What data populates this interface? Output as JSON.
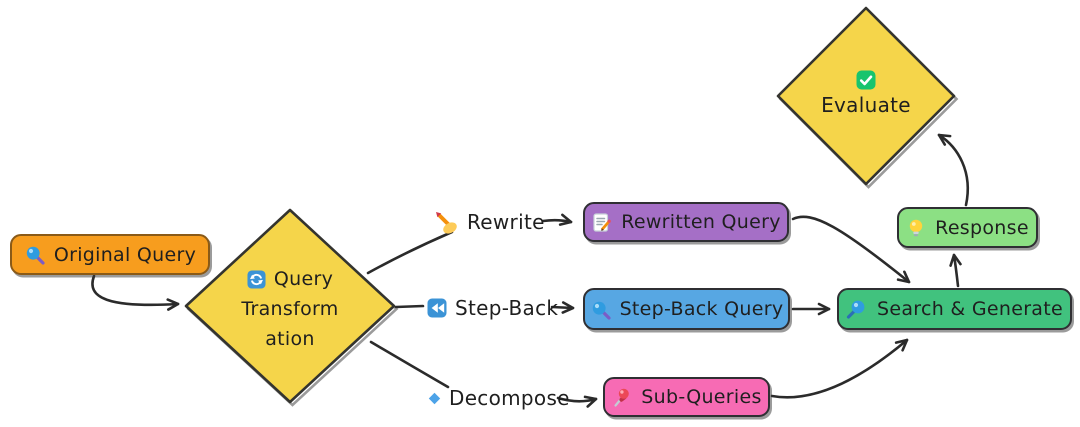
{
  "diagram": {
    "background": "#ffffff",
    "stroke_color": "#2b2b2b",
    "nodes": {
      "original_query": {
        "label": "Original Query",
        "icon": "magnifying-glass-icon",
        "fill": "#f79d1e",
        "shape": "rounded-rect"
      },
      "query_transformation": {
        "label": "Query Transformation",
        "lines": [
          "Query",
          "Transform",
          "ation"
        ],
        "icon": "counterclockwise-arrows-icon",
        "fill": "#f5d54a",
        "shape": "diamond"
      },
      "rewritten_query": {
        "label": "Rewritten Query",
        "icon": "memo-icon",
        "fill": "#a56fc6",
        "shape": "rounded-rect"
      },
      "step_back_query": {
        "label": "Step-Back Query",
        "icon": "magnifying-glass-icon",
        "fill": "#57a7e3",
        "shape": "rounded-rect"
      },
      "sub_queries": {
        "label": "Sub-Queries",
        "icon": "pushpin-icon",
        "fill": "#f76bb4",
        "shape": "rounded-rect"
      },
      "search_generate": {
        "label": "Search & Generate",
        "icon": "magnifying-glass-right-icon",
        "fill": "#41c27e",
        "shape": "rounded-rect"
      },
      "response": {
        "label": "Response",
        "icon": "light-bulb-icon",
        "fill": "#8ce084",
        "shape": "rounded-rect"
      },
      "evaluate": {
        "label": "Evaluate",
        "icon": "check-mark-icon",
        "fill": "#f5d54a",
        "shape": "diamond"
      }
    },
    "edge_labels": [
      {
        "id": "rewrite",
        "label": "Rewrite",
        "icon": "writing-hand-icon"
      },
      {
        "id": "step_back",
        "label": "Step-Back",
        "icon": "fast-reverse-icon"
      },
      {
        "id": "decompose",
        "label": "Decompose",
        "icon": "small-blue-diamond-icon"
      }
    ],
    "edges": [
      {
        "from": "original_query",
        "to": "query_transformation"
      },
      {
        "from": "query_transformation",
        "to": "rewritten_query",
        "label": "Rewrite"
      },
      {
        "from": "query_transformation",
        "to": "step_back_query",
        "label": "Step-Back"
      },
      {
        "from": "query_transformation",
        "to": "sub_queries",
        "label": "Decompose"
      },
      {
        "from": "rewritten_query",
        "to": "search_generate"
      },
      {
        "from": "step_back_query",
        "to": "search_generate"
      },
      {
        "from": "sub_queries",
        "to": "search_generate"
      },
      {
        "from": "search_generate",
        "to": "response"
      },
      {
        "from": "response",
        "to": "evaluate"
      }
    ]
  }
}
